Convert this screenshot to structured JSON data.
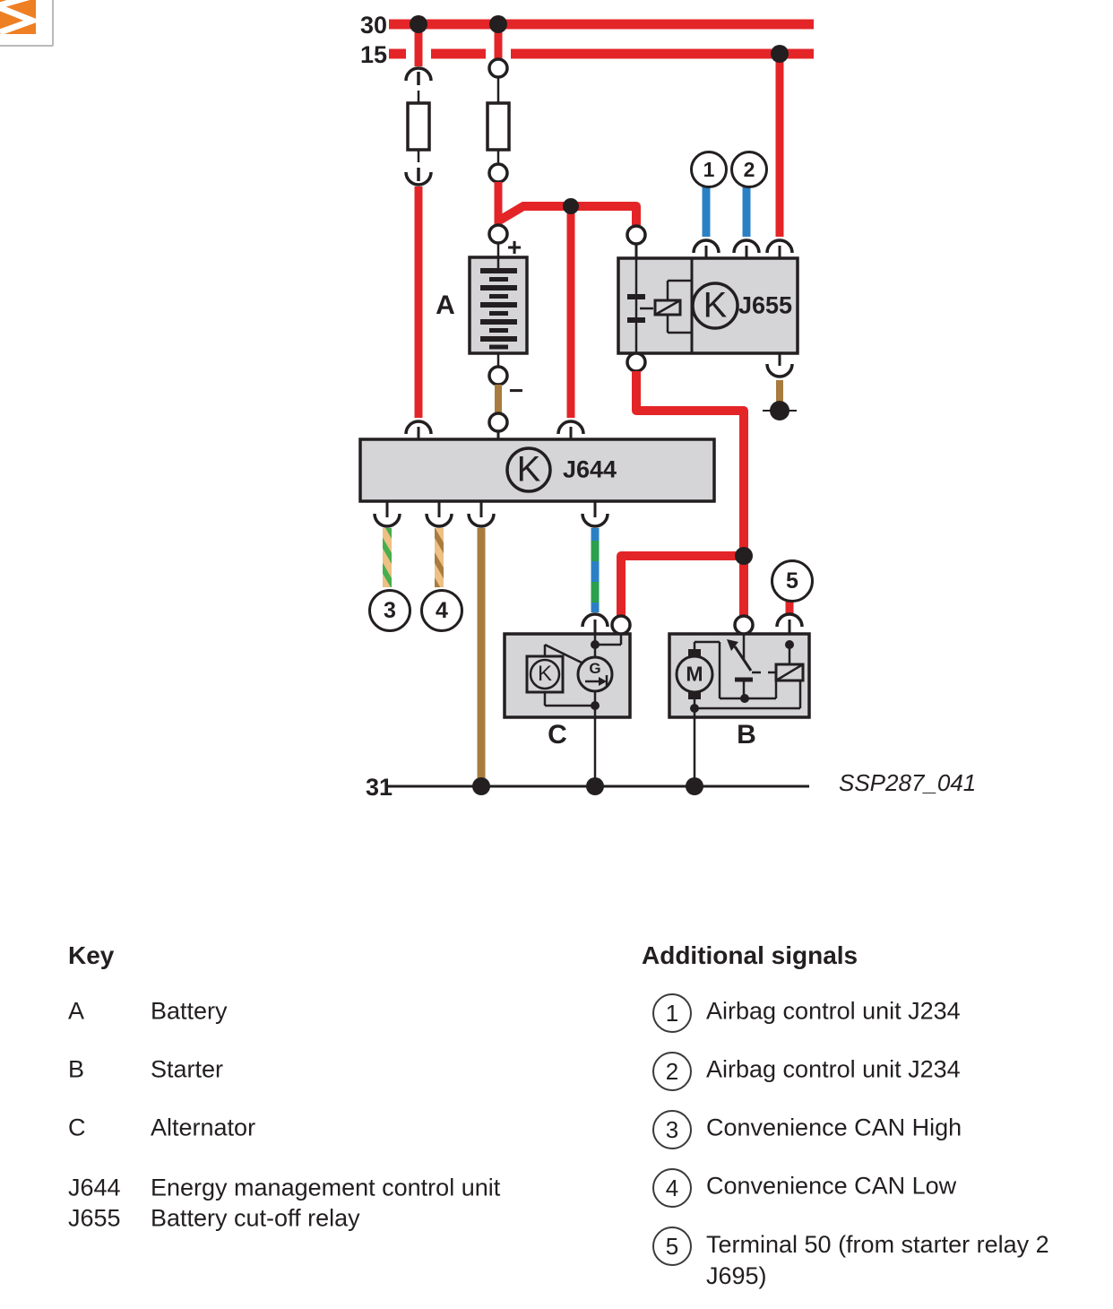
{
  "colors": {
    "wire_red": "#e42528",
    "wire_blue": "#2b80c5",
    "wire_brown": "#a87c3e",
    "wire_tan": "#eec083",
    "wire_green": "#46ae4e",
    "box_fill": "#d5d5d7",
    "line_black": "#231f20",
    "logo_orange": "#ee7f23"
  },
  "diagram": {
    "bus30": "30",
    "bus15": "15",
    "bus31": "31",
    "battery_label": "A",
    "plus": "+",
    "minus": "−",
    "alt_label": "C",
    "starter_label": "B",
    "j644": "J644",
    "j655": "J655",
    "k": "K",
    "g": "G",
    "m": "M",
    "ref": "SSP287_041",
    "circles": [
      "1",
      "2",
      "3",
      "4",
      "5"
    ]
  },
  "key": {
    "title": "Key",
    "items": [
      {
        "code": "A",
        "desc": "Battery"
      },
      {
        "code": "B",
        "desc": "Starter"
      },
      {
        "code": "C",
        "desc": "Alternator"
      },
      {
        "code": "J644",
        "desc": "Energy management control unit"
      },
      {
        "code": "J655",
        "desc": "Battery cut-off relay"
      }
    ]
  },
  "signals": {
    "title": "Additional signals",
    "items": [
      {
        "num": "1",
        "desc": "Airbag control unit J234"
      },
      {
        "num": "2",
        "desc": "Airbag control unit J234"
      },
      {
        "num": "3",
        "desc": "Convenience CAN High"
      },
      {
        "num": "4",
        "desc": "Convenience CAN Low"
      },
      {
        "num": "5",
        "desc": "Terminal 50 (from starter relay 2 J695)"
      }
    ]
  }
}
